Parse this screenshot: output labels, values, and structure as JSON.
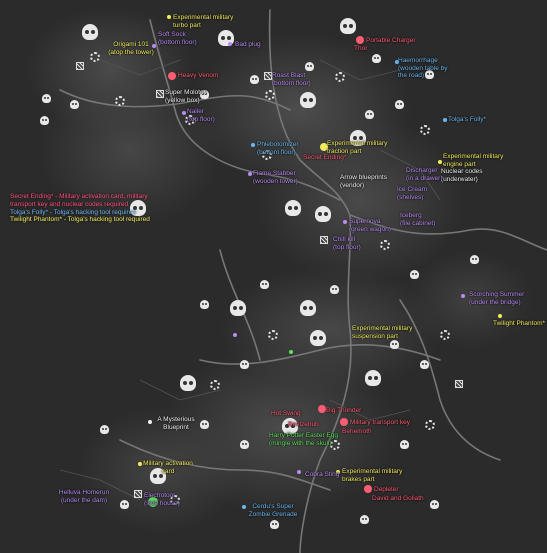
{
  "labels": {
    "experimental_turbo": "Experimental military\nturbo part",
    "soft_sock": "Soft Sock\n(bottom floor)",
    "bad_plug": "Bad plug",
    "origami": "Origami 101\n(atop the tower)",
    "portable_charger": "Portable Charger",
    "thor": "Thor",
    "heavy_venom": "Heavy Venom",
    "haemorrhage": "Haemorrhage\n(wooden table by\nthe road)",
    "roast_blast": "Roast Blast\n(bottom floor)",
    "super_molotov": "Super Molotov\n(yellow box)",
    "nailer": "Nailer\n(top floor)",
    "tolgas_folly_top": "Tolga's Folly*",
    "phlebotomizer": "Phlebotomizer\n(bottom floor)",
    "experimental_traction": "Experimental military\ntraction part",
    "secret_ending": "Secret Ending*",
    "experimental_engine": "Experimental military\nengine part",
    "nuclear_codes": "Nuclear codes\n(underwater)",
    "flame_stabber": "Flame Stabber\n(wooden tower)",
    "arrow_blueprints": "Arrow blueprints\n(vendor)",
    "discharger": "Discharger\n(in a drawer)",
    "ice_cream": "Ice Cream\n(shelves)",
    "supernova": "Supernova\n(green wagon)",
    "iceberg": "Iceberg\n(file cabinet)",
    "chill_kill": "Chill kill\n(top floor)",
    "scorching_summer": "Scorching Summer\n(under the bridge)",
    "twilight_phantom": "Twilight Phantom*",
    "experimental_suspension": "Experimental military\nsuspension part",
    "mysterious_blueprint": "A Mysterious\nBlueprint",
    "hot_swing": "Hot Swing",
    "big_thunder": "Big Thunder",
    "beelzebub": "Beelzebub",
    "military_transport_key": "Military transport key",
    "behemoth": "Behemoth",
    "harry_potter_egg": "Harry Potter Easter Egg\n(mingle with the skull)",
    "military_activation_card": "Military activation\ncard",
    "helluva_homerun": "Helluva Homerun\n(under the dam)",
    "electrotool": "Electrotool\n(side house)",
    "cobra_sting": "Cobra Sting",
    "experimental_brakes": "Experimental military\nbrakes part",
    "depleter": "Depleter",
    "david_goliath": "David and Goliath",
    "cerdus_grenade": "Cerdu's Super\nZombie Grenade"
  },
  "legend": {
    "line1": "Secret Ending* - Military activation card, military",
    "line2": "transport key and nuclear codes required",
    "line3": "Tolga's Folly* - Tolga's hacking tool required",
    "line4": "Twilight Phantom* - Tolga's hacking tool required"
  },
  "colors": {
    "purple": "#b98cf2",
    "blue": "#6cb8f0",
    "yellow": "#f2ec5c",
    "red": "#ff5d74",
    "green": "#5ee35e",
    "background": "#2b2b2b"
  }
}
